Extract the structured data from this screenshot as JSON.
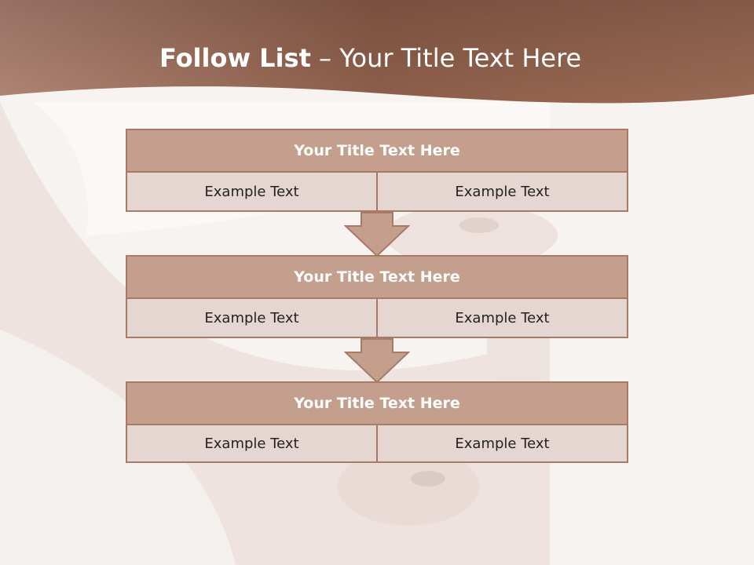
{
  "slide": {
    "title_bold": "Follow List",
    "title_rest": " – Your Title Text Here"
  },
  "blocks": [
    {
      "title": "Your Title Text Here",
      "left": "Example Text",
      "right": "Example Text"
    },
    {
      "title": "Your Title Text Here",
      "left": "Example Text",
      "right": "Example Text"
    },
    {
      "title": "Your Title Text Here",
      "left": "Example Text",
      "right": "Example Text"
    }
  ],
  "colors": {
    "banner": "#8c5c48",
    "header_fill": "#c49f8d",
    "cell_fill": "#e6d6d2",
    "border": "#a97a65"
  }
}
